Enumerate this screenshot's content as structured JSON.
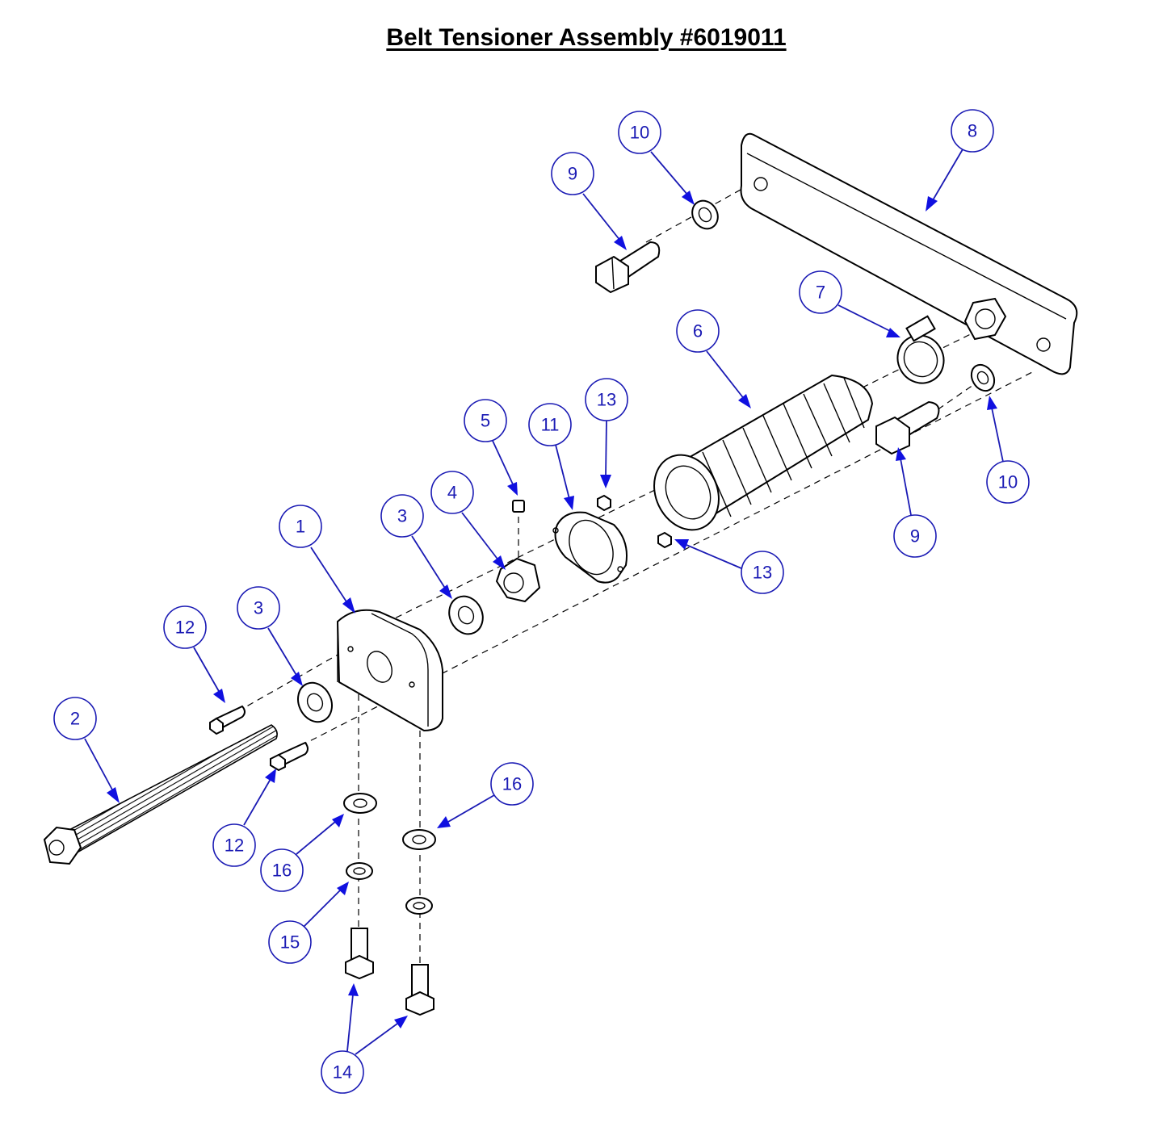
{
  "title": "Belt Tensioner Assembly #6019011",
  "callouts": [
    {
      "id": "c1",
      "label": "1"
    },
    {
      "id": "c2",
      "label": "2"
    },
    {
      "id": "c3a",
      "label": "3"
    },
    {
      "id": "c3b",
      "label": "3"
    },
    {
      "id": "c4",
      "label": "4"
    },
    {
      "id": "c5",
      "label": "5"
    },
    {
      "id": "c6",
      "label": "6"
    },
    {
      "id": "c7",
      "label": "7"
    },
    {
      "id": "c8",
      "label": "8"
    },
    {
      "id": "c9a",
      "label": "9"
    },
    {
      "id": "c9b",
      "label": "9"
    },
    {
      "id": "c10a",
      "label": "10"
    },
    {
      "id": "c10b",
      "label": "10"
    },
    {
      "id": "c11",
      "label": "11"
    },
    {
      "id": "c12a",
      "label": "12"
    },
    {
      "id": "c12b",
      "label": "12"
    },
    {
      "id": "c13a",
      "label": "13"
    },
    {
      "id": "c13b",
      "label": "13"
    },
    {
      "id": "c14",
      "label": "14"
    },
    {
      "id": "c15",
      "label": "15"
    },
    {
      "id": "c16a",
      "label": "16"
    },
    {
      "id": "c16b",
      "label": "16"
    }
  ],
  "colors": {
    "callout": "#1a1ab4",
    "arrow": "#1010e0",
    "line": "#000000"
  }
}
